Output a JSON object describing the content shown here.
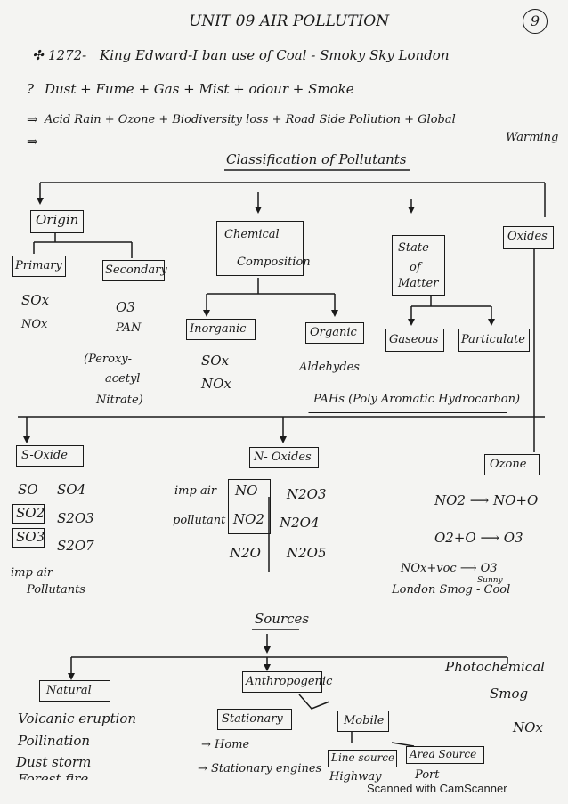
{
  "page_number": "9",
  "title": "UNIT 09   AIR POLLUTION",
  "intro": {
    "line1_num": "1272-",
    "line1_text": "King  Edward-I   ban  use  of   Coal -  Smoky  Sky  London",
    "line2": "Dust + Fume + Gas +  Mist  +  odour +  Smoke",
    "line3": "Acid Rain + Ozone + Biodiversity loss + Road Side Pollution + Global",
    "line3_cont": "Warming"
  },
  "classification": {
    "heading": "Classification of Pollutants",
    "origin": "Origin",
    "primary": "Primary",
    "secondary": "Secondary",
    "primary_items": [
      "SOx",
      "NOx"
    ],
    "secondary_items": [
      "O3",
      "PAN"
    ],
    "pan_expansion": [
      "(Peroxy-",
      "acetyl",
      "Nitrate)"
    ],
    "chemical": [
      "Chemical",
      "Composition"
    ],
    "inorganic": "Inorganic",
    "organic": "Organic",
    "inorganic_items": [
      "SOx",
      "NOx"
    ],
    "organic_items": [
      "Aldehydes",
      "PAHs (Poly Aromatic Hydrocarbon)"
    ],
    "state": [
      "State",
      "of",
      "Matter"
    ],
    "gaseous": "Gaseous",
    "particulate": "Particulate",
    "oxides": "Oxides"
  },
  "oxides": {
    "s_oxide": "S-Oxide",
    "s_items": [
      "SO",
      "SO4",
      "SO2",
      "S2O3",
      "SO3",
      "S2O7"
    ],
    "s_note": [
      "imp air",
      "Pollutants"
    ],
    "n_oxides": "N- Oxides",
    "n_note": [
      "imp air",
      "pollutant"
    ],
    "n_items": [
      "NO",
      "N2O3",
      "NO2",
      "N2O4",
      "N2O",
      "N2O5"
    ],
    "ozone": "Ozone",
    "ozone_eq1": "NO2 ⟶ NO+O",
    "ozone_eq2": "O2+O ⟶ O3",
    "ozone_eq3": "NOx+voc  ⟶  O3",
    "ozone_cond": "Sunny",
    "ozone_note": "London Smog - Cool"
  },
  "sources": {
    "heading": "Sources",
    "natural": "Natural",
    "natural_items": [
      "Volcanic eruption",
      "Pollination",
      "Dust storm",
      "Forest fire"
    ],
    "anthropogenic": "Anthropogenic",
    "stationary": "Stationary",
    "stationary_items": [
      "→ Home",
      "→ Stationary engines"
    ],
    "mobile": "Mobile",
    "line_source": "Line source",
    "area_source": "Area Source",
    "line_item": "Highway",
    "area_item": "Port",
    "photo": [
      "Photochemical",
      "Smog"
    ],
    "photo_item": "NOx"
  },
  "footer": "Scanned with CamScanner"
}
